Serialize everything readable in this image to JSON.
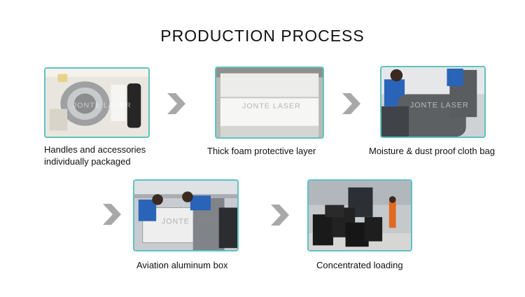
{
  "title": "PRODUCTION PROCESS",
  "watermark": "JONTE LASER",
  "steps": [
    {
      "caption": "Handles and accessories\nindividually packaged",
      "icon": "packaged-accessories-photo"
    },
    {
      "caption": "Thick foam protective layer",
      "icon": "foam-layer-photo"
    },
    {
      "caption": "Moisture & dust proof cloth bag",
      "icon": "cloth-bag-photo"
    },
    {
      "caption": "Aviation aluminum box",
      "icon": "aluminum-box-photo"
    },
    {
      "caption": "Concentrated loading",
      "icon": "loading-photo"
    }
  ],
  "colors": {
    "border": "#5fc2c2",
    "arrow": "#a8a8a8"
  }
}
